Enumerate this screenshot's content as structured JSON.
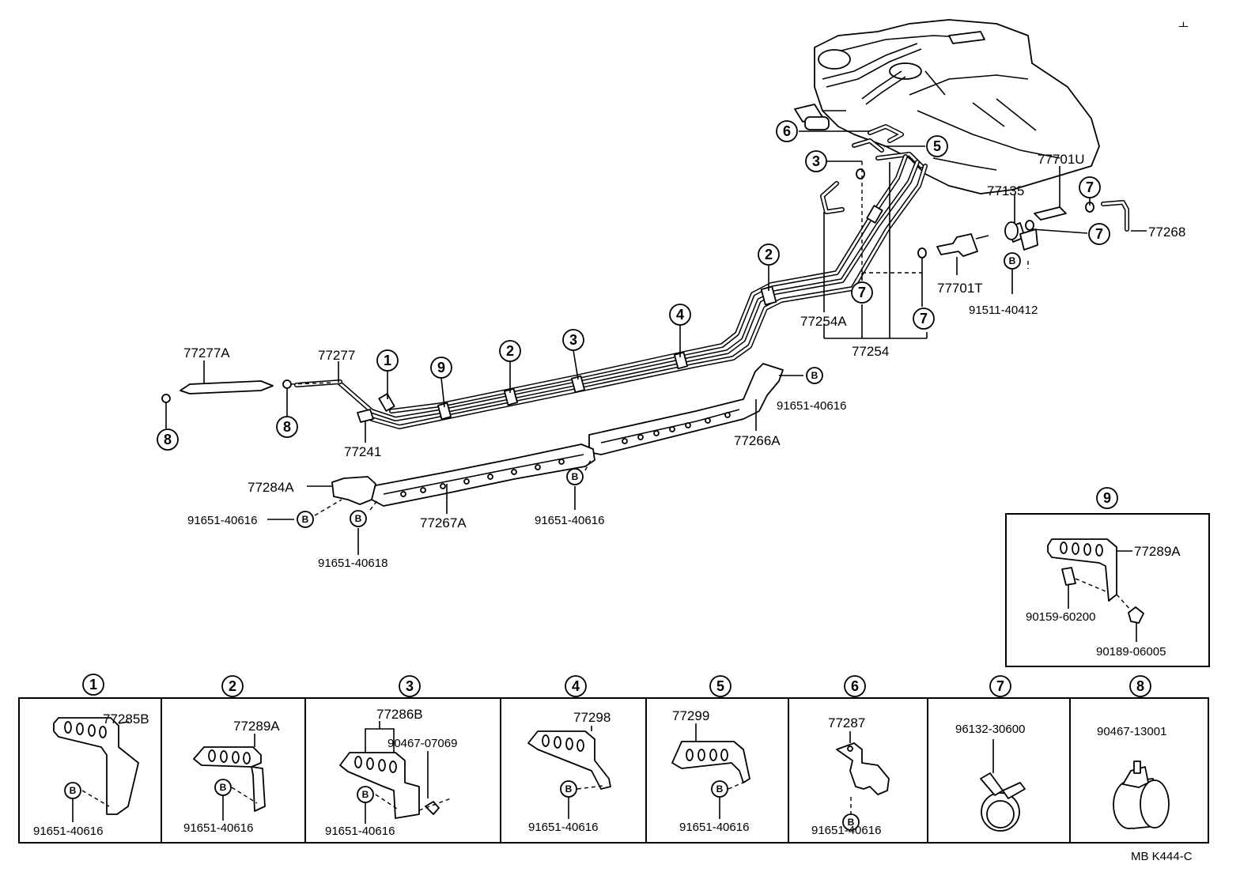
{
  "callouts": [
    {
      "id": "c6",
      "num": "6"
    },
    {
      "id": "c5",
      "num": "5"
    },
    {
      "id": "c3a",
      "num": "3"
    },
    {
      "id": "c2a",
      "num": "2"
    },
    {
      "id": "c7a",
      "num": "7"
    },
    {
      "id": "c7b",
      "num": "7"
    },
    {
      "id": "c7c",
      "num": "7"
    },
    {
      "id": "c7d",
      "num": "7"
    },
    {
      "id": "c4",
      "num": "4"
    },
    {
      "id": "c3b",
      "num": "3"
    },
    {
      "id": "c2b",
      "num": "2"
    },
    {
      "id": "c9",
      "num": "9"
    },
    {
      "id": "c1",
      "num": "1"
    },
    {
      "id": "c8a",
      "num": "8"
    },
    {
      "id": "c8b",
      "num": "8"
    },
    {
      "id": "c9box",
      "num": "9"
    }
  ],
  "part_numbers": {
    "p77701U": "77701U",
    "p77135": "77135",
    "p77268": "77268",
    "p77701T": "77701T",
    "p91511": "91511-40412",
    "p77254A": "77254A",
    "p77254": "77254",
    "p77277A": "77277A",
    "p77277": "77277",
    "p77241": "77241",
    "p91651_r": "91651-40616",
    "p77266A": "77266A",
    "p77284A": "77284A",
    "p91651_l": "91651-40616",
    "p77267A": "77267A",
    "p91651_m": "91651-40616",
    "p91651_40618": "91651-40618",
    "p77289A_box": "77289A",
    "p90159": "90159-60200",
    "p90189": "90189-06005"
  },
  "bolt_marker": "B",
  "panels": [
    {
      "num": "1",
      "parts": [
        "77285B"
      ],
      "bolt": "91651-40616"
    },
    {
      "num": "2",
      "parts": [
        "77289A"
      ],
      "bolt": "91651-40616"
    },
    {
      "num": "3",
      "parts": [
        "77286B",
        "90467-07069"
      ],
      "bolt": "91651-40616"
    },
    {
      "num": "4",
      "parts": [
        "77298"
      ],
      "bolt": "91651-40616"
    },
    {
      "num": "5",
      "parts": [
        "77299"
      ],
      "bolt": "91651-40616"
    },
    {
      "num": "6",
      "parts": [
        "77287"
      ],
      "bolt": "91651-40616"
    },
    {
      "num": "7",
      "parts": [
        "96132-30600"
      ],
      "bolt": ""
    },
    {
      "num": "8",
      "parts": [
        "90467-13001"
      ],
      "bolt": ""
    }
  ],
  "footer": "MB  K444-C",
  "corner_mark": "ㅗ"
}
